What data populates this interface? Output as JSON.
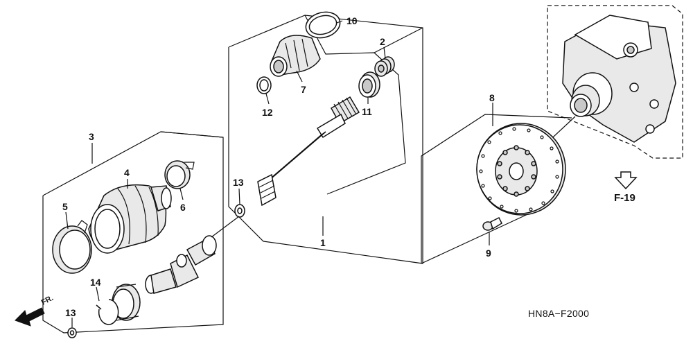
{
  "diagram": {
    "callouts": {
      "c1": "1",
      "c2": "2",
      "c3": "3",
      "c4": "4",
      "c5": "5",
      "c6": "6",
      "c7": "7",
      "c8": "8",
      "c9": "9",
      "c10": "10",
      "c11": "11",
      "c12": "12",
      "c13a": "13",
      "c13b": "13",
      "c14": "14"
    },
    "reference": "F-19",
    "front_label": "FR.",
    "drawing_code": "HN8A−F2000"
  }
}
